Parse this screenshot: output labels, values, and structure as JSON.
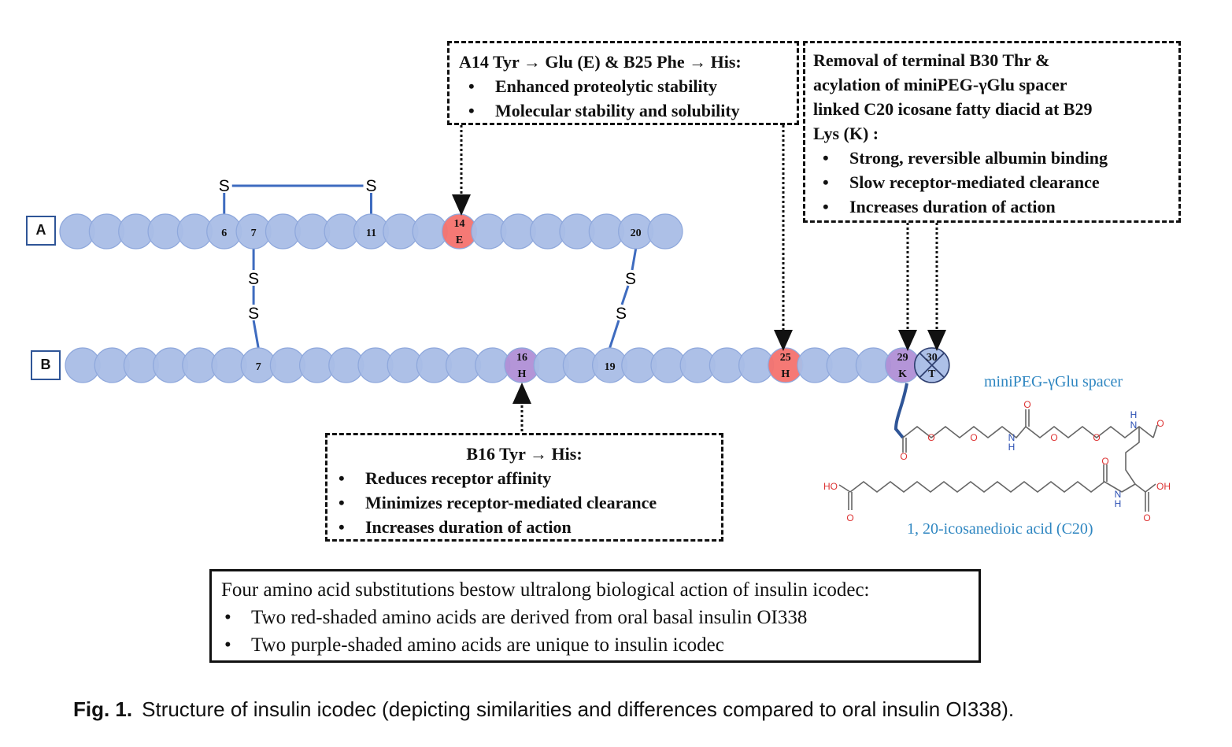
{
  "chain_a": {
    "label": "A",
    "residues": [
      {
        "pos": 1,
        "label": ""
      },
      {
        "pos": 2,
        "label": ""
      },
      {
        "pos": 3,
        "label": ""
      },
      {
        "pos": 4,
        "label": ""
      },
      {
        "pos": 5,
        "label": ""
      },
      {
        "pos": 6,
        "label": "6"
      },
      {
        "pos": 7,
        "label": "7"
      },
      {
        "pos": 8,
        "label": ""
      },
      {
        "pos": 9,
        "label": ""
      },
      {
        "pos": 10,
        "label": ""
      },
      {
        "pos": 11,
        "label": "11"
      },
      {
        "pos": 12,
        "label": ""
      },
      {
        "pos": 13,
        "label": ""
      },
      {
        "pos": 14,
        "label": "14",
        "sub": "E",
        "shade": "red"
      },
      {
        "pos": 15,
        "label": ""
      },
      {
        "pos": 16,
        "label": ""
      },
      {
        "pos": 17,
        "label": ""
      },
      {
        "pos": 18,
        "label": ""
      },
      {
        "pos": 19,
        "label": ""
      },
      {
        "pos": 20,
        "label": "20"
      },
      {
        "pos": 21,
        "label": ""
      }
    ]
  },
  "chain_b": {
    "label": "B",
    "residues": [
      {
        "pos": 1,
        "label": ""
      },
      {
        "pos": 2,
        "label": ""
      },
      {
        "pos": 3,
        "label": ""
      },
      {
        "pos": 4,
        "label": ""
      },
      {
        "pos": 5,
        "label": ""
      },
      {
        "pos": 6,
        "label": ""
      },
      {
        "pos": 7,
        "label": "7"
      },
      {
        "pos": 8,
        "label": ""
      },
      {
        "pos": 9,
        "label": ""
      },
      {
        "pos": 10,
        "label": ""
      },
      {
        "pos": 11,
        "label": ""
      },
      {
        "pos": 12,
        "label": ""
      },
      {
        "pos": 13,
        "label": ""
      },
      {
        "pos": 14,
        "label": ""
      },
      {
        "pos": 15,
        "label": ""
      },
      {
        "pos": 16,
        "label": "16",
        "sub": "H",
        "shade": "purple"
      },
      {
        "pos": 17,
        "label": ""
      },
      {
        "pos": 18,
        "label": ""
      },
      {
        "pos": 19,
        "label": "19"
      },
      {
        "pos": 20,
        "label": ""
      },
      {
        "pos": 21,
        "label": ""
      },
      {
        "pos": 22,
        "label": ""
      },
      {
        "pos": 23,
        "label": ""
      },
      {
        "pos": 24,
        "label": ""
      },
      {
        "pos": 25,
        "label": "25",
        "sub": "H",
        "shade": "red"
      },
      {
        "pos": 26,
        "label": ""
      },
      {
        "pos": 27,
        "label": ""
      },
      {
        "pos": 28,
        "label": ""
      },
      {
        "pos": 29,
        "label": "29",
        "sub": "K",
        "shade": "purple"
      },
      {
        "pos": 30,
        "label": "30",
        "sub": "T",
        "shade": "removed"
      }
    ]
  },
  "disulfide_symbol": "S",
  "callouts": {
    "a14_b25": {
      "title": "A14 Tyr → Glu (E) & B25 Phe → His:",
      "bullets": [
        "Enhanced proteolytic stability",
        "Molecular stability and solubility"
      ]
    },
    "b30_b29": {
      "title_lines": [
        "Removal of terminal B30 Thr &",
        "acylation of miniPEG-γGlu spacer",
        "linked C20 icosane fatty diacid at B29",
        "Lys (K) :"
      ],
      "bullets": [
        "Strong, reversible albumin binding",
        "Slow receptor-mediated clearance",
        "Increases duration of action"
      ]
    },
    "b16": {
      "title": "B16 Tyr → His:",
      "bullets": [
        "Reduces receptor affinity",
        "Minimizes receptor-mediated clearance",
        "Increases duration of action"
      ]
    }
  },
  "molecule": {
    "spacer_label": "miniPEG-γGlu spacer",
    "acid_label": "1, 20-icosanedioic acid (C20)",
    "atoms": {
      "O": "O",
      "NH": "H",
      "N": "N",
      "HO": "HO",
      "OH": "OH"
    }
  },
  "summary": {
    "title": "Four amino acid substitutions bestow ultralong biological action of insulin icodec:",
    "bullets": [
      "Two red-shaded amino acids are derived from oral basal insulin OI338",
      "Two purple-shaded amino acids are unique to insulin icodec"
    ]
  },
  "caption": {
    "label": "Fig. 1.",
    "text": "Structure of insulin icodec (depicting similarities and differences compared to oral insulin OI338)."
  },
  "colors": {
    "residue": "#a9bde6",
    "residue_stroke": "#8fa8dc",
    "red": "#f4726e",
    "purple": "#b08fd6",
    "bond": "#3e6bbf",
    "molecule_line": "#666666",
    "molecule_label": "#2e86c1",
    "hetero_o": "#d33",
    "hetero_n": "#2b4fb3"
  }
}
